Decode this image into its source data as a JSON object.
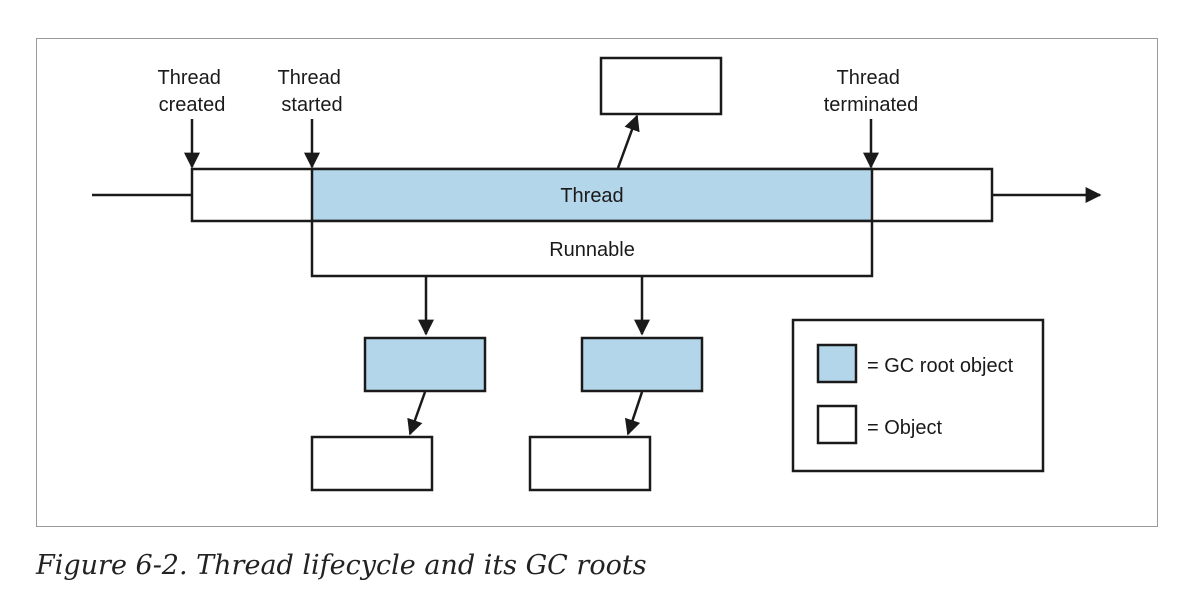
{
  "colors": {
    "gc_root_fill": "#b3d6ea",
    "object_fill": "#ffffff",
    "stroke": "#1a1a1a"
  },
  "markers": {
    "thread_created": [
      "Thread",
      "created"
    ],
    "thread_started": [
      "Thread",
      "started"
    ],
    "thread_terminated": [
      "Thread",
      "terminated"
    ]
  },
  "boxes": {
    "thread_label": "Thread",
    "runnable_label": "Runnable"
  },
  "legend": {
    "gc_root_label": "= GC root object",
    "object_label": "= Object"
  },
  "caption": "Figure 6-2. Thread lifecycle and its GC roots"
}
